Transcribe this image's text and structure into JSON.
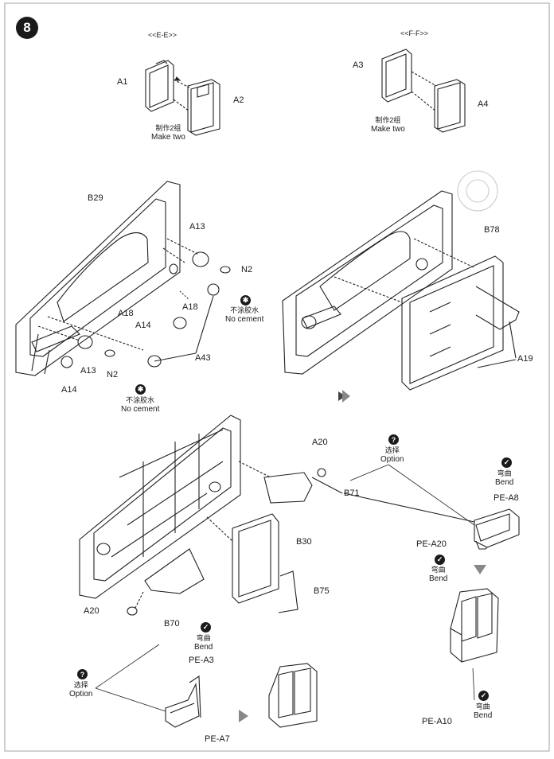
{
  "step": "8",
  "views": {
    "ee": "<<E-E>>",
    "ff": "<<F-F>>"
  },
  "parts": {
    "a1": "A1",
    "a2": "A2",
    "a3": "A3",
    "a4": "A4",
    "b29": "B29",
    "a13_top": "A13",
    "n2_top": "N2",
    "a18_right": "A18",
    "a18_left": "A18",
    "a14_mid": "A14",
    "a43": "A43",
    "a13_bottom": "A13",
    "n2_bottom": "N2",
    "a14_bottom": "A14",
    "b78": "B78",
    "a19": "A19",
    "a20_top": "A20",
    "b71": "B71",
    "pe_a8": "PE-A8",
    "pe_a20": "PE-A20",
    "b30": "B30",
    "b75": "B75",
    "a20_bottom": "A20",
    "b70": "B70",
    "pe_a3": "PE-A3",
    "pe_a7": "PE-A7",
    "pe_a10": "PE-A10"
  },
  "notes": {
    "make_two_cn": "制作2组",
    "make_two_en": "Make two",
    "no_cement_cn": "不涂胶水",
    "no_cement_en": "No cement",
    "bend_cn": "弯曲",
    "bend_en": "Bend",
    "option_cn": "选择",
    "option_en": "Option"
  },
  "icons": [
    "step-number-badge",
    "no-cement-icon",
    "bend-icon",
    "option-icon",
    "assembly-arrow-icon"
  ]
}
